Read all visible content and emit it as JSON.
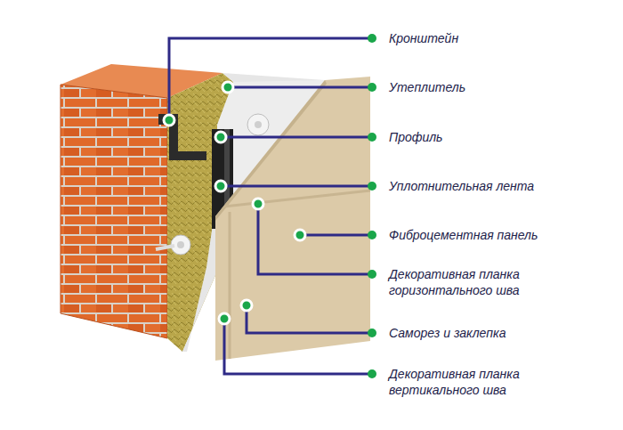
{
  "diagram": {
    "labels": [
      "Кронштейн",
      "Утеплитель",
      "Профиль",
      "Уплотнительная лента",
      "Фиброцементная панель",
      "Декоративная планка горизонтального шва",
      "Саморез и заклепка",
      "Декоративная планка вертикального шва"
    ]
  }
}
